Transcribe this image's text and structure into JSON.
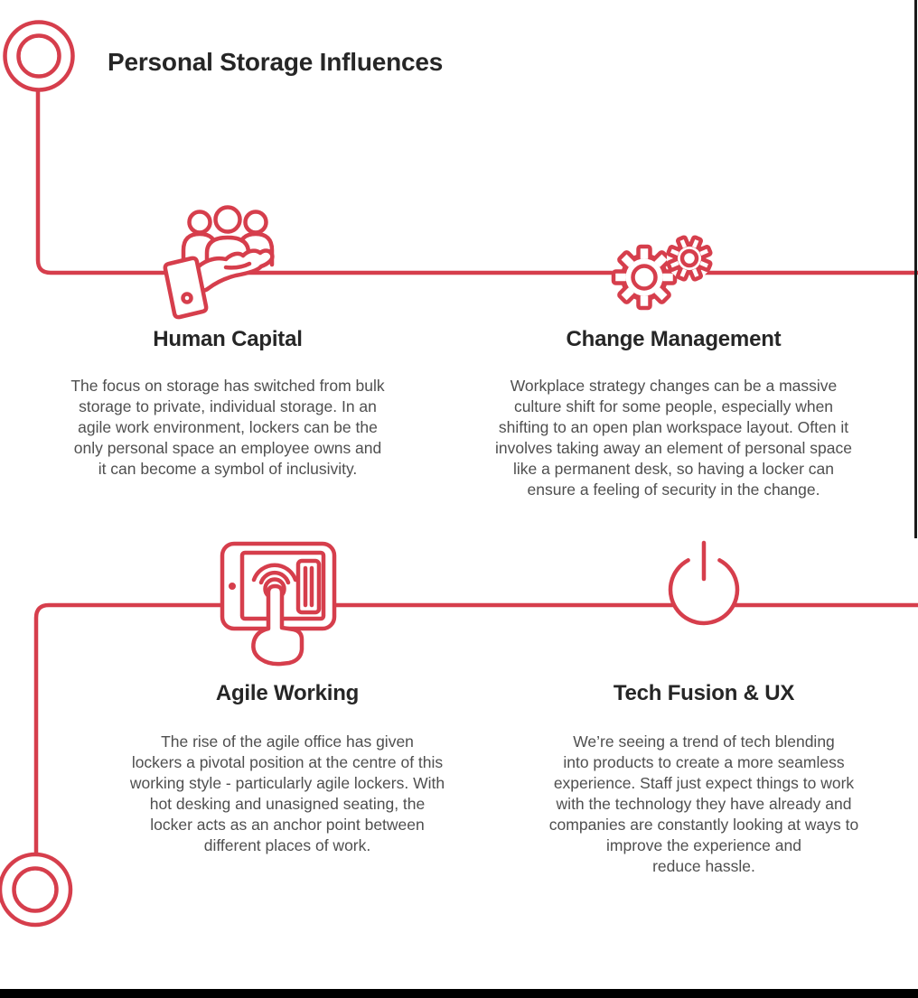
{
  "theme": {
    "accent": "#d63e4c",
    "heading_color": "#262626",
    "body_color": "#4f4f4f",
    "edge_color": "#1a1a1a",
    "footer_bar_color": "#000000",
    "background": "#ffffff"
  },
  "header": {
    "title": "Personal Storage Influences"
  },
  "sections": [
    {
      "title": "Human Capital",
      "icon": "people-hand-icon",
      "body": "The focus on storage has switched from bulk\nstorage to private, individual storage. In an\nagile work environment, lockers can be the\nonly personal space an employee owns and\nit can become a symbol of inclusivity."
    },
    {
      "title": "Change Management",
      "icon": "gears-icon",
      "body": "Workplace strategy changes can be a massive\nculture shift for some people, especially when\nshifting to an open plan workspace layout. Often it\ninvolves taking away an element of personal space\nlike a permanent desk, so having a locker can\nensure a feeling of security in the change."
    },
    {
      "title": "Agile Working",
      "icon": "tablet-touch-icon",
      "body": "The rise of the agile office has given\nlockers a pivotal position at the centre of this\nworking style - particularly agile lockers. With\nhot desking and unasigned seating, the\nlocker acts as an anchor point between\ndifferent places of work."
    },
    {
      "title": "Tech Fusion & UX",
      "icon": "power-icon",
      "body": "We’re seeing a trend of tech blending\ninto products to create a more seamless\nexperience. Staff just expect things to work\nwith the technology they have already and\ncompanies are constantly looking at ways to\nimprove the experience and\nreduce hassle."
    }
  ]
}
